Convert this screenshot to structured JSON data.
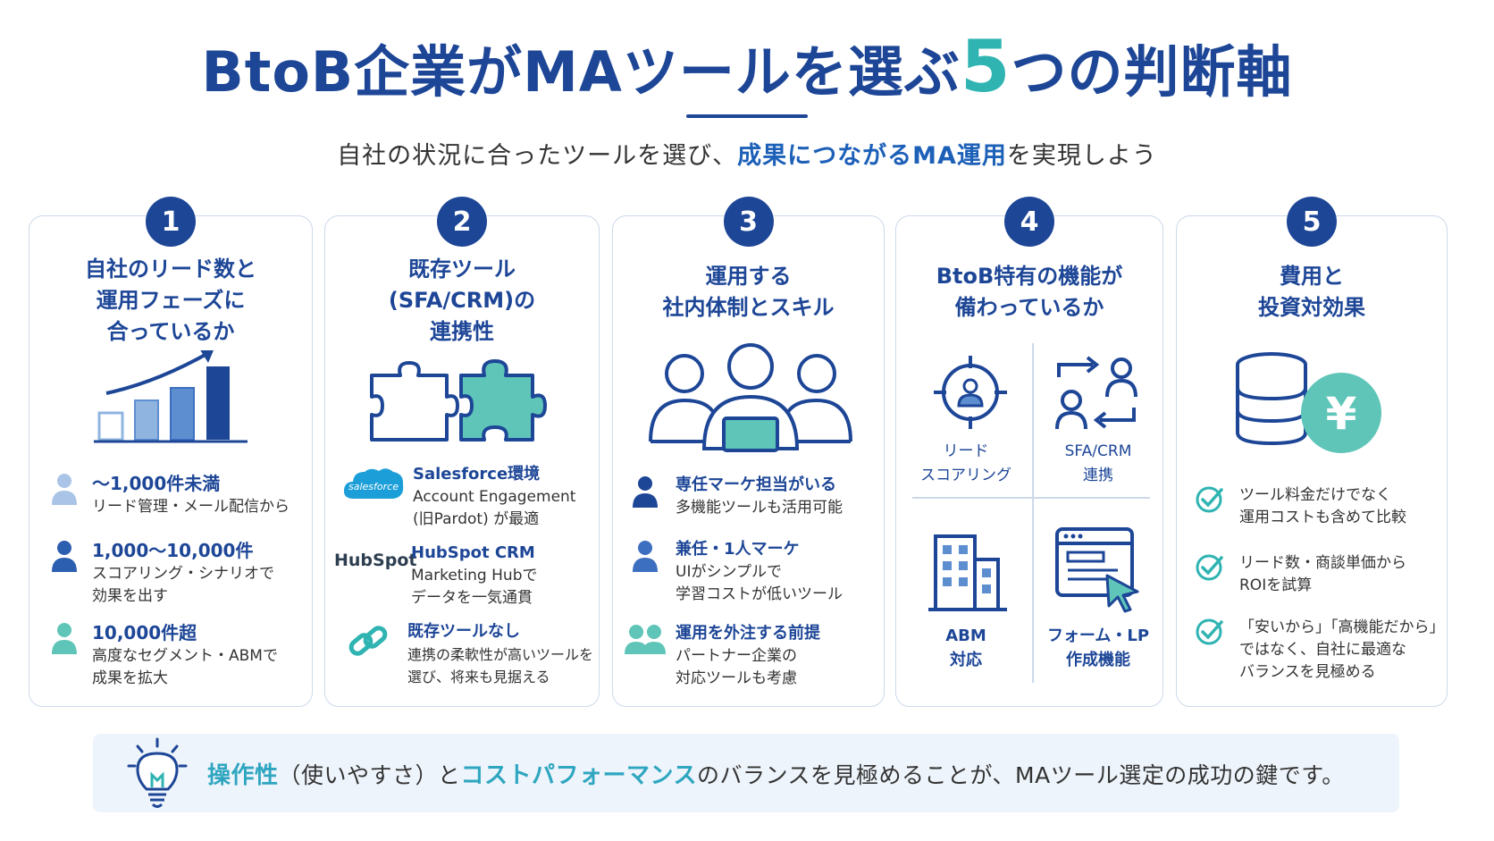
{
  "header": {
    "title_pre": "BtoB企業がMAツールを選ぶ",
    "title_num": "5",
    "title_post": "つの判断軸",
    "subtitle_pre": "自社の状況に合ったツールを選び、",
    "subtitle_hl": "成果につながるMA運用",
    "subtitle_post": "を実現しよう"
  },
  "cards": [
    {
      "number": "1",
      "title": [
        "自社のリード数と",
        "運用フェーズに",
        "合っているか"
      ],
      "items": [
        {
          "head": "～1,000件未満",
          "body": [
            "リード管理・メール配信から"
          ]
        },
        {
          "head": "1,000～10,000件",
          "body": [
            "スコアリング・シナリオで",
            "効果を出す"
          ]
        },
        {
          "head": "10,000件超",
          "body": [
            "高度なセグメント・ABMで",
            "成果を拡大"
          ]
        }
      ]
    },
    {
      "number": "2",
      "title": [
        "既存ツール",
        "(SFA/CRM)の",
        "連携性"
      ],
      "items": [
        {
          "logo": "salesforce",
          "head": "Salesforce環境",
          "body": [
            "Account Engagement",
            "(旧Pardot) が最適"
          ]
        },
        {
          "logo": "HubSpot",
          "head": "HubSpot CRM",
          "body": [
            "Marketing Hubで",
            "データを一気通貫"
          ]
        },
        {
          "head": "既存ツールなし",
          "body": [
            "連携の柔軟性が高いツールを",
            "選び、将来も見据える"
          ]
        }
      ]
    },
    {
      "number": "3",
      "title": [
        "運用する",
        "社内体制とスキル"
      ],
      "items": [
        {
          "head": "専任マーケ担当がいる",
          "body": [
            "多機能ツールも活用可能"
          ]
        },
        {
          "head": "兼任・1人マーケ",
          "body": [
            "UIがシンプルで",
            "学習コストが低いツール"
          ]
        },
        {
          "head": "運用を外注する前提",
          "body": [
            "パートナー企業の",
            "対応ツールも考慮"
          ]
        }
      ]
    },
    {
      "number": "4",
      "title": [
        "BtoB特有の機能が",
        "備わっているか"
      ],
      "features": [
        [
          "リード",
          "スコアリング"
        ],
        [
          "SFA/CRM",
          "連携"
        ],
        [
          "ABM",
          "対応"
        ],
        [
          "フォーム・LP",
          "作成機能"
        ]
      ]
    },
    {
      "number": "5",
      "title": [
        "費用と",
        "投資対効果"
      ],
      "yen": "¥",
      "items": [
        {
          "body": [
            "ツール料金だけでなく",
            "運用コストも含めて比較"
          ]
        },
        {
          "body": [
            "リード数・商談単価から",
            "ROIを試算"
          ]
        },
        {
          "body": [
            "「安いから」「高機能だから」",
            "ではなく、自社に最適な",
            "バランスを見極める"
          ]
        }
      ]
    }
  ],
  "bottom": {
    "k1": "操作性",
    "t1": "（使いやすさ）と",
    "k2": "コストパフォーマンス",
    "t2": "のバランスを見極めることが、MAツール選定の成功の鍵です。"
  },
  "colors": {
    "navy": "#1d4697",
    "teal": "#2fb4b2",
    "light_blue": "#8fb4e0",
    "card_border": "#cdd9ea"
  }
}
